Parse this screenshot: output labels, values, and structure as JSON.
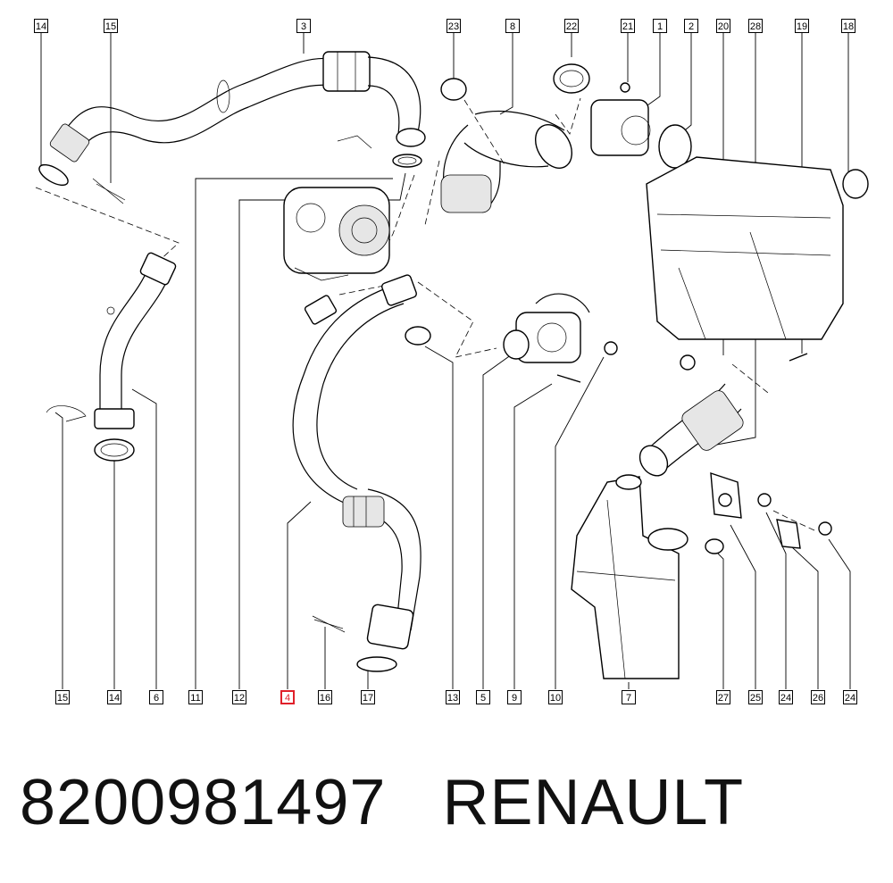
{
  "diagram": {
    "top_callouts": [
      "14",
      "15",
      "3",
      "23",
      "8",
      "22",
      "21",
      "1",
      "2",
      "20",
      "28",
      "19",
      "18"
    ],
    "bottom_callouts": [
      "15",
      "14",
      "6",
      "11",
      "12",
      "4",
      "16",
      "17",
      "13",
      "5",
      "9",
      "10",
      "7",
      "27",
      "25",
      "24",
      "26",
      "24"
    ],
    "highlighted_callout": "4",
    "highlight_color": "#e0202a"
  },
  "caption": {
    "part_number": "8200981497",
    "brand": "RENAULT",
    "text": "8200981497   RENAULT"
  }
}
